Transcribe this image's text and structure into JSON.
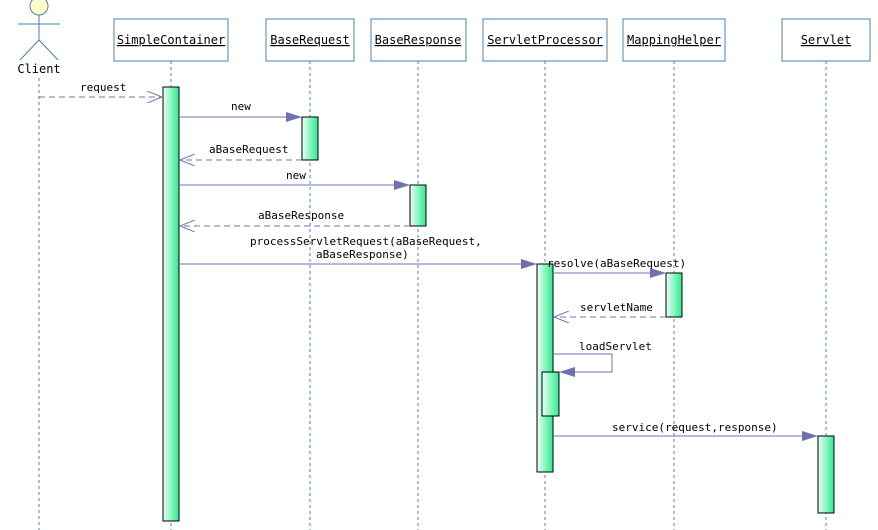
{
  "actor": {
    "name": "Client"
  },
  "lifelines": [
    {
      "id": "simple-container",
      "name": "SimpleContainer"
    },
    {
      "id": "base-request",
      "name": "BaseRequest"
    },
    {
      "id": "base-response",
      "name": "BaseResponse"
    },
    {
      "id": "servlet-processor",
      "name": "ServletProcessor"
    },
    {
      "id": "mapping-helper",
      "name": "MappingHelper"
    },
    {
      "id": "servlet",
      "name": "Servlet"
    }
  ],
  "messages": [
    {
      "id": "request",
      "label": "request"
    },
    {
      "id": "new-request",
      "label": "new"
    },
    {
      "id": "a-base-request",
      "label": "aBaseRequest"
    },
    {
      "id": "new-response",
      "label": "new"
    },
    {
      "id": "a-base-response",
      "label": "aBaseResponse"
    },
    {
      "id": "process-servlet-request",
      "line1": "processServletRequest(aBaseRequest,",
      "line2": "aBaseResponse)"
    },
    {
      "id": "resolve",
      "label": "resolve(aBaseRequest)"
    },
    {
      "id": "servlet-name",
      "label": "servletName"
    },
    {
      "id": "load-servlet",
      "label": "loadServlet"
    },
    {
      "id": "service",
      "label": "service(request,response)"
    }
  ],
  "colors": {
    "lifeline_box_border": "#4a80b8",
    "lifeline_dash": "#4a80b8",
    "activation_fill_top": "#eafff4",
    "activation_fill_bottom": "#2eea90",
    "arrow": "#7070b0",
    "arrow_head": "#7070b0"
  }
}
